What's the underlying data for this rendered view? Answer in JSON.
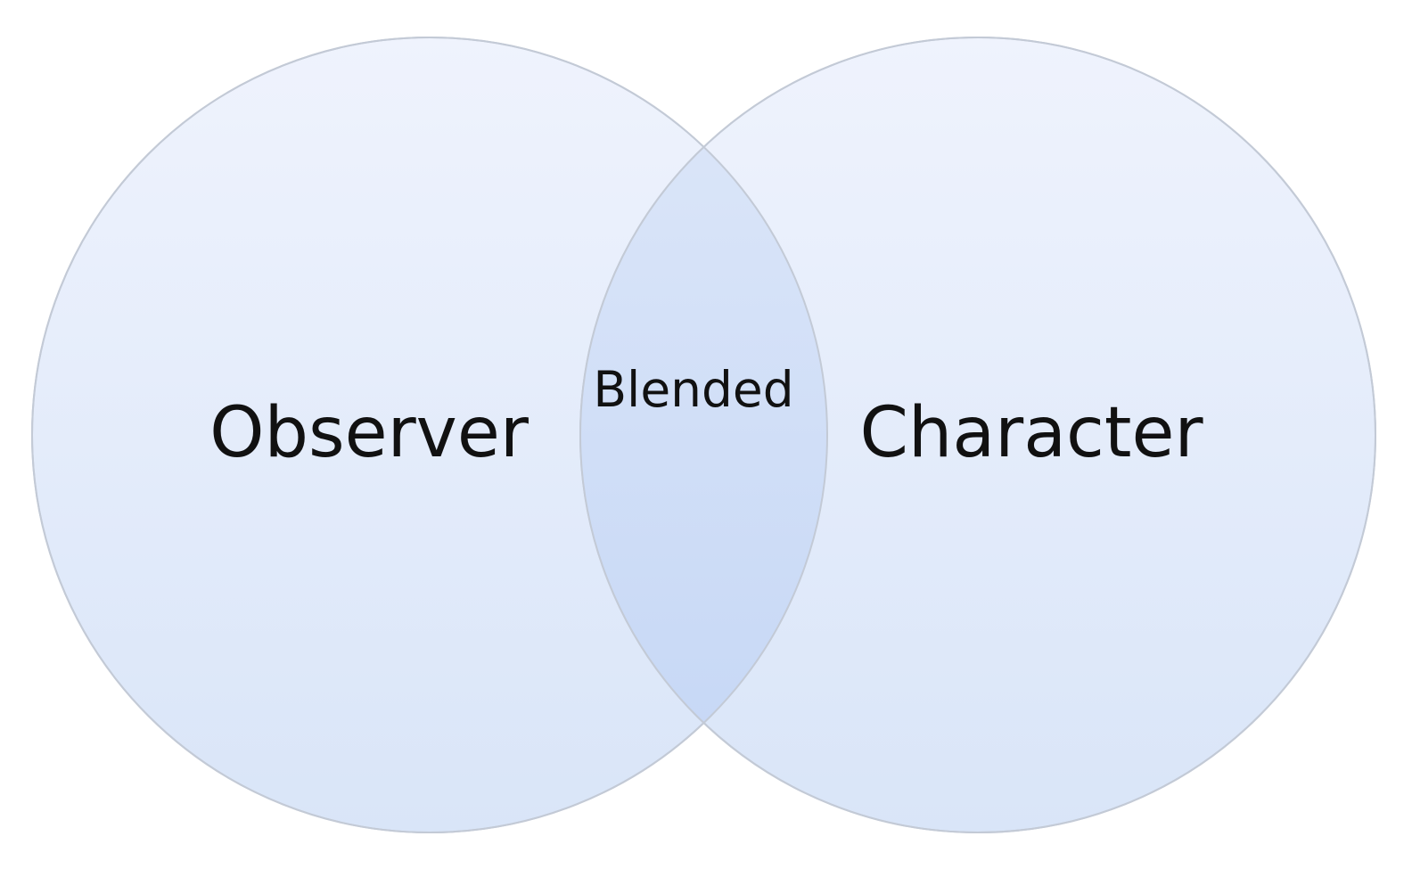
{
  "diagram": {
    "type": "venn",
    "sets": [
      {
        "id": "left",
        "label": "Observer"
      },
      {
        "id": "right",
        "label": "Character"
      }
    ],
    "intersection": {
      "label": "Blended"
    }
  },
  "colors": {
    "circle_top": "#eff3fd",
    "circle_bottom": "#d9e5f8",
    "circle_stroke": "#c3cad6",
    "overlap_top": "#dde7f9",
    "overlap_bottom": "#c4d6f5",
    "text": "#111111"
  }
}
